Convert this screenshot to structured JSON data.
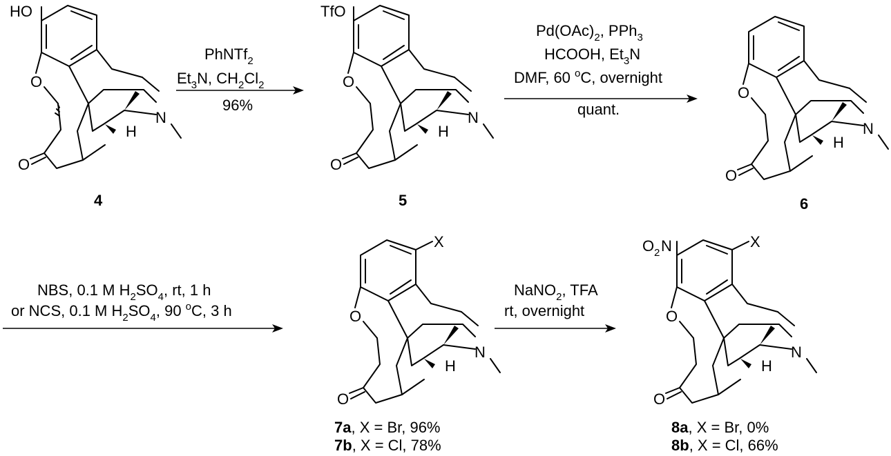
{
  "molecules": [
    {
      "id": "m4",
      "atoms": {
        "top": "HO",
        "n": "N",
        "o": "O",
        "ok": "O",
        "h": "H"
      }
    },
    {
      "id": "m5",
      "atoms": {
        "top": "TfO",
        "n": "N",
        "o": "O",
        "ok": "O",
        "h": "H"
      }
    },
    {
      "id": "m6",
      "atoms": {
        "n": "N",
        "o": "O",
        "ok": "O",
        "h": "H"
      }
    },
    {
      "id": "m7",
      "atoms": {
        "x": "X",
        "n": "N",
        "o": "O",
        "ok": "O",
        "h": "H"
      }
    },
    {
      "id": "m8",
      "atoms": {
        "x": "X",
        "no2_o": "O",
        "no2_sub": "2",
        "no2_n": "N",
        "n": "N",
        "o": "O",
        "ok": "O",
        "h": "H"
      }
    }
  ],
  "compound_numbers": {
    "c4": "4",
    "c5": "5",
    "c6": "6"
  },
  "reactions": {
    "step1": {
      "l1_a": "PhNTf",
      "l1_b": "2",
      "l2_a": "Et",
      "l2_b": "3",
      "l2_c": "N, CH",
      "l2_d": "2",
      "l2_e": "Cl",
      "l2_f": "2",
      "l3": "96%"
    },
    "step2": {
      "l1_a": "Pd(OAc)",
      "l1_b": "2",
      "l1_c": ", PPh",
      "l1_d": "3",
      "l2_a": "HCOOH, Et",
      "l2_b": "3",
      "l2_c": "N",
      "l3_a": "DMF, 60 ",
      "l3_b": "o",
      "l3_c": "C, overnight",
      "l4": "quant."
    },
    "step3": {
      "l1_a": "NBS, 0.1 M H",
      "l1_b": "2",
      "l1_c": "SO",
      "l1_d": "4",
      "l1_e": ", rt, 1 h",
      "l2_a": "or NCS, 0.1 M H",
      "l2_b": "2",
      "l2_c": "SO",
      "l2_d": "4",
      "l2_e": ", 90 ",
      "l2_f": "o",
      "l2_g": "C, 3 h"
    },
    "step4": {
      "l1": "NaNO",
      "l1_sub": "2",
      "l1_c": ", TFA",
      "l2": "rt, overnight"
    }
  },
  "product_labels": {
    "p7a": {
      "num": "7a",
      "text": ", X = Br, 96%"
    },
    "p7b": {
      "num": "7b",
      "text": ", X = Cl, 78%"
    },
    "p8a": {
      "num": "8a",
      "text": ", X = Br, 0%"
    },
    "p8b": {
      "num": "8b",
      "text": ", X = Cl, 66%"
    }
  }
}
